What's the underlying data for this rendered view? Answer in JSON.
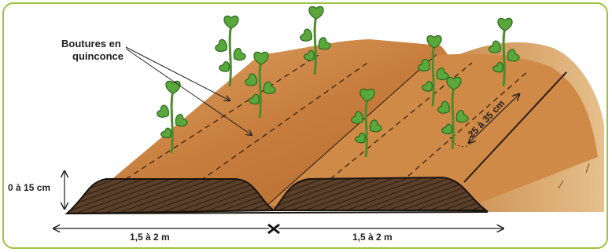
{
  "labels": {
    "cuttings_line1": "Boutures en",
    "cuttings_line2": "quinconce",
    "spacing": "25 à 35 cm",
    "ridge_height": "0 à 15 cm",
    "width_left": "1,5 à 2 m",
    "width_right": "1,5 à 2 m"
  },
  "colors": {
    "frame": "#9cc33f",
    "ridge_top": "#c77d3d",
    "ridge_light": "#dca064",
    "soil_section": "#4a3424",
    "mulch": "#d9a366",
    "leaf": "#5aa83c",
    "leaf_dark": "#2f6b22",
    "stem": "#4f8a2e"
  }
}
